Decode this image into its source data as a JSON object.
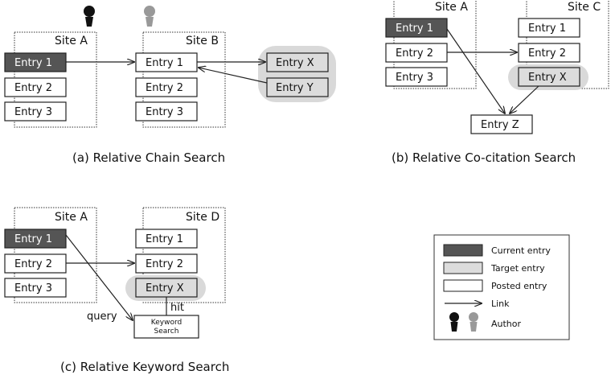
{
  "panel_a": {
    "site_left": "Site A",
    "site_right": "Site B",
    "left_entries": [
      "Entry 1",
      "Entry 2",
      "Entry 3"
    ],
    "right_entries": [
      "Entry 1",
      "Entry 2",
      "Entry 3"
    ],
    "targets": [
      "Entry X",
      "Entry Y"
    ],
    "caption": "(a) Relative Chain Search"
  },
  "panel_b": {
    "site_left": "Site A",
    "site_right": "Site C",
    "left_entries": [
      "Entry 1",
      "Entry 2",
      "Entry 3"
    ],
    "right_entries": [
      "Entry 1",
      "Entry 2",
      "Entry X"
    ],
    "bottom_entry": "Entry Z",
    "caption": "(b) Relative Co-citation Search"
  },
  "panel_c": {
    "site_left": "Site A",
    "site_right": "Site D",
    "left_entries": [
      "Entry 1",
      "Entry 2",
      "Entry 3"
    ],
    "right_entries": [
      "Entry 1",
      "Entry 2",
      "Entry X"
    ],
    "hit_label": "hit",
    "query_label": "query",
    "keyword_search_line1": "Keyword",
    "keyword_search_line2": "Search",
    "caption": "(c) Relative Keyword Search"
  },
  "legend": {
    "current": "Current entry",
    "target": "Target entry",
    "posted": "Posted entry",
    "link": "Link",
    "author": "Author"
  },
  "colors": {
    "current": "#555555",
    "target": "#dcdcdc",
    "posted": "#ffffff",
    "author_dark": "#111111",
    "author_gray": "#999999"
  }
}
